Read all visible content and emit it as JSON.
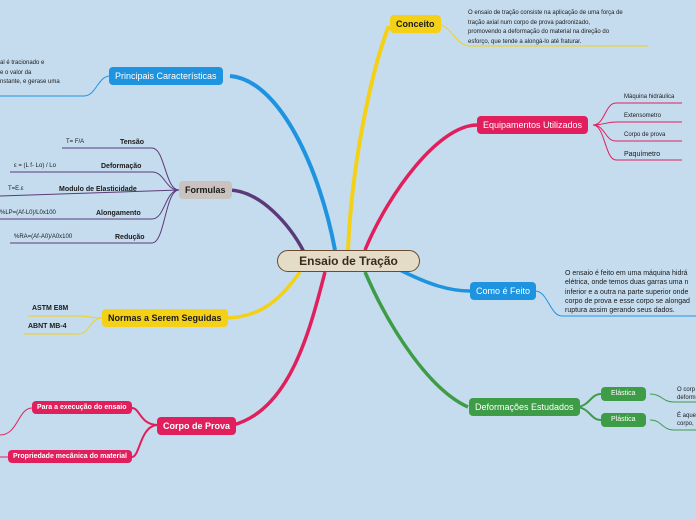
{
  "center": "Ensaio de Tração",
  "conceito": {
    "label": "Conceito",
    "text": [
      "O ensaio de tração consiste na aplicação de uma força de",
      "tração axial num corpo de prova padronizado,",
      "promovendo a deformação do material na direção do",
      "esforço, que tende a alongá-lo até fraturar."
    ]
  },
  "principais": {
    "label": "Principais Características",
    "text": [
      "al é tracionado e",
      "e o valor da",
      "nstante, e gerase uma"
    ]
  },
  "equipamentos": {
    "label": "Equipamentos Utilizados",
    "items": [
      "Máquina hidráulica",
      "Extensometro",
      "Corpo de prova",
      "Paquímetro"
    ]
  },
  "formulas": {
    "label": "Formulas",
    "items": [
      {
        "name": "Tensão",
        "formula": "T= F/A"
      },
      {
        "name": "Deformação",
        "formula": "ε = (L f- Lo) / Lo"
      },
      {
        "name": "Modulo de Elasticidade",
        "formula": "T=E.ε"
      },
      {
        "name": "Alongamento",
        "formula": "%LP=(Af-L0)/L0x100"
      },
      {
        "name": "Redução",
        "formula": "%RA=(Af-A0)/A0x100"
      }
    ]
  },
  "como": {
    "label": "Como é Feito",
    "text": [
      "O ensaio é feito em uma máquina hidrá",
      "elétrica, onde temos duas garras uma n",
      "inferior e a outra na parte superior onde",
      "corpo de prova e esse corpo se alongad",
      "ruptura assim gerando seus dados."
    ]
  },
  "normas": {
    "label": "Normas a Serem Seguidas",
    "items": [
      "ASTM E8M",
      "ABNT MB-4"
    ]
  },
  "corpo": {
    "label": "Corpo de Prova",
    "items": [
      "Para a execução do ensaio",
      "Propriedade mecânica do material"
    ]
  },
  "deformacoes": {
    "label": "Deformações Estudados",
    "items": [
      {
        "name": "Elástica",
        "text": [
          "O corp",
          "deform"
        ]
      },
      {
        "name": "Plástica",
        "text": [
          "É aque",
          "corpo,"
        ]
      }
    ]
  },
  "colors": {
    "background": "#c5dcef",
    "blue": "#1e94e0",
    "yellow": "#f4d017",
    "pink": "#e01f5c",
    "green": "#3e9c47",
    "purple": "#5b3a78",
    "center": "#e5dcc8"
  }
}
